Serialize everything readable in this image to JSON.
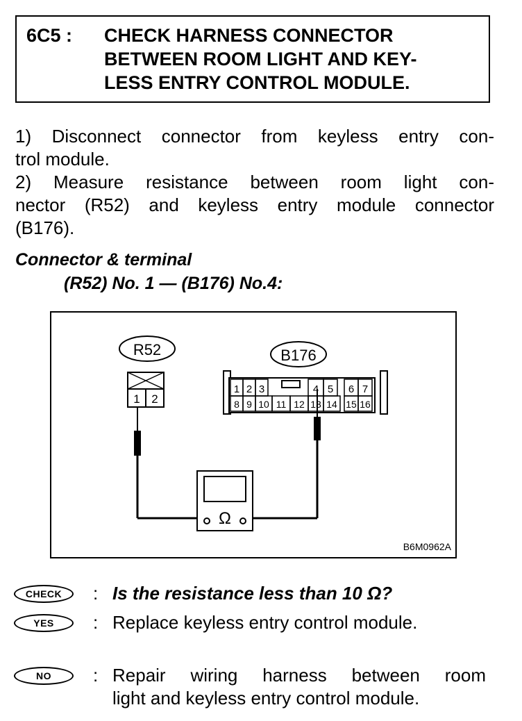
{
  "header": {
    "code": "6C5 :",
    "title_lines": [
      "CHECK HARNESS CONNECTOR",
      "BETWEEN ROOM LIGHT AND KEY-",
      "LESS ENTRY CONTROL MODULE."
    ]
  },
  "steps": {
    "lines": [
      "1)  Disconnect connector from keyless entry con-",
      "trol module.",
      "2)  Measure resistance between room light con-",
      "nector (R52) and keyless entry module connector",
      "(B176)."
    ]
  },
  "connector_terminal": {
    "label": "Connector & terminal",
    "value": "(R52) No. 1 — (B176) No.4:"
  },
  "diagram": {
    "r52": {
      "label": "R52",
      "pins": [
        "1",
        "2"
      ]
    },
    "b176": {
      "label": "B176",
      "top_row": [
        "1",
        "2",
        "3",
        "4",
        "5",
        "6",
        "7"
      ],
      "bottom_row": [
        "8",
        "9",
        "10",
        "11",
        "12",
        "13",
        "14",
        "15",
        "16"
      ]
    },
    "meter_symbol": "Ω",
    "figure_code": "B6M0962A"
  },
  "results": {
    "check": {
      "badge": "CHECK",
      "colon": ":",
      "text": "Is the resistance less than 10 Ω?"
    },
    "yes": {
      "badge": "YES",
      "colon": ":",
      "text": "Replace keyless entry control module."
    },
    "no": {
      "badge": "NO",
      "colon": ":",
      "lines": [
        "Repair wiring harness between room",
        "light and keyless entry control module."
      ]
    }
  }
}
